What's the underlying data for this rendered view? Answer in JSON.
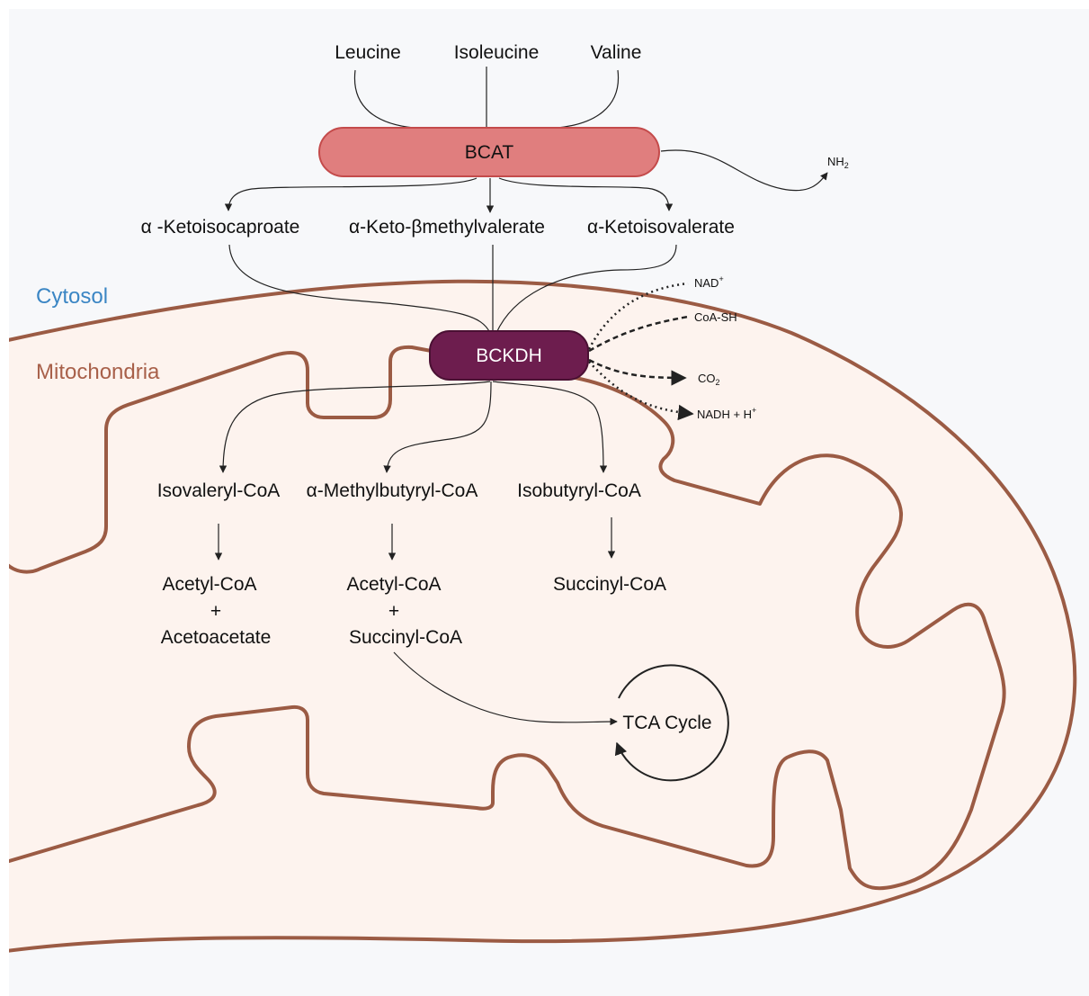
{
  "colors": {
    "background": "#f7f8fa",
    "mito_fill": "#fdf3ee",
    "mito_stroke": "#9b5b44",
    "cytosol_label": "#3b86c4",
    "mito_label": "#a8604a",
    "bcat_fill": "#e07e7e",
    "bcat_stroke": "#c44b4b",
    "bckdh_fill": "#6d1d4e",
    "bckdh_stroke": "#4a1033"
  },
  "compartments": {
    "cytosol": "Cytosol",
    "mitochondria": "Mitochondria"
  },
  "amino_acids": [
    "Leucine",
    "Isoleucine",
    "Valine"
  ],
  "enzymes": {
    "bcat": "BCAT",
    "bckdh": "BCKDH"
  },
  "bcat_product": {
    "main": "NH",
    "sub": "2"
  },
  "keto_acids": [
    "α -Ketoisocaproate",
    "α-Keto-βmethylvalerate",
    "α-Ketoisovalerate"
  ],
  "cofactors": {
    "nad": {
      "main": "NAD",
      "sup": "+"
    },
    "coa_sh": "CoA-SH",
    "co2": {
      "main": "CO",
      "sub": "2"
    },
    "nadh": {
      "main": "NADH + H",
      "sup": "+"
    }
  },
  "acyl_coas": [
    "Isovaleryl-CoA",
    "α-Methylbutyryl-CoA",
    "Isobutyryl-CoA"
  ],
  "end_products": {
    "leucine": {
      "line1": "Acetyl-CoA",
      "plus": "+",
      "line2": "Acetoacetate"
    },
    "isoleucine": {
      "line1": "Acetyl-CoA",
      "plus": "+",
      "line2": "Succinyl-CoA"
    },
    "valine": {
      "line1": "Succinyl-CoA"
    }
  },
  "tca": "TCA Cycle"
}
